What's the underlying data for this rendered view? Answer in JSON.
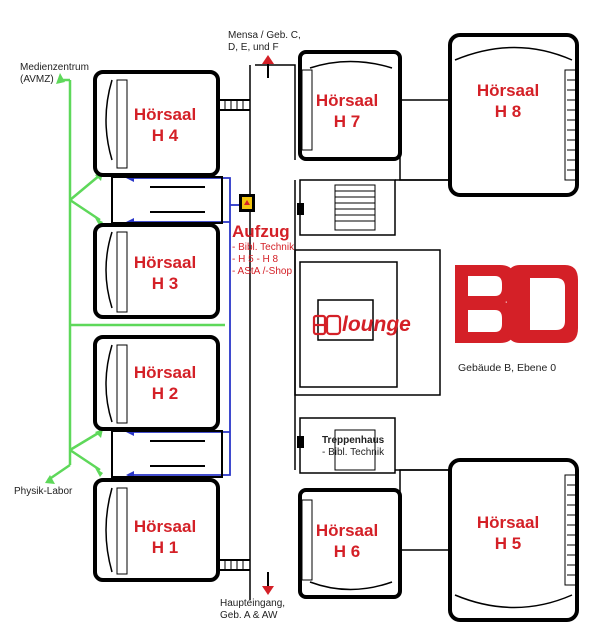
{
  "map": {
    "rooms": [
      {
        "id": "h4",
        "line1": "Hörsaal",
        "line2": "H 4"
      },
      {
        "id": "h3",
        "line1": "Hörsaal",
        "line2": "H 3"
      },
      {
        "id": "h2",
        "line1": "Hörsaal",
        "line2": "H 2"
      },
      {
        "id": "h1",
        "line1": "Hörsaal",
        "line2": "H 1"
      },
      {
        "id": "h7",
        "line1": "Hörsaal",
        "line2": "H 7"
      },
      {
        "id": "h8",
        "line1": "Hörsaal",
        "line2": "H 8"
      },
      {
        "id": "h6",
        "line1": "Hörsaal",
        "line2": "H 6"
      },
      {
        "id": "h5",
        "line1": "Hörsaal",
        "line2": "H 5"
      }
    ],
    "labels": {
      "medienzentrum_1": "Medienzentrum",
      "medienzentrum_2": "(AVMZ)",
      "physik": "Physik-Labor",
      "mensa_1": "Mensa / Geb. C,",
      "mensa_2": "D, E, und F",
      "haupt_1": "Haupteingang,",
      "haupt_2": "Geb. A & AW",
      "gebaeude": "Gebäude B, Ebene 0",
      "treppenhaus_title": "Treppenhaus",
      "treppenhaus_item": "- Bibl. Technik",
      "lounge_logo": "BO",
      "lounge": "lounge",
      "logo": "BO"
    },
    "aufzug": {
      "title": "Aufzug",
      "items": [
        "- Bibl. Technik",
        "- H 5 - H 8",
        "- AStA /-Shop"
      ]
    },
    "colors": {
      "wall": "#000000",
      "accent": "#d42027",
      "green_path": "#5ed85a",
      "blue_path": "#2a36c8",
      "elevator": "#f2c40f"
    },
    "icons": [
      "arrow-up-icon",
      "arrow-down-icon",
      "elevator-icon",
      "bo-logo"
    ]
  }
}
